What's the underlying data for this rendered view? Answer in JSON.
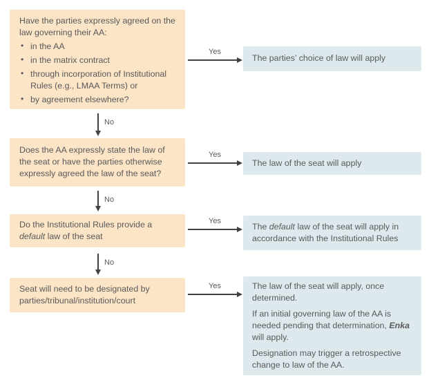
{
  "labels": {
    "yes": "Yes",
    "no": "No"
  },
  "glyphs": {
    "bullet": "•"
  },
  "colors": {
    "question_bg": "#fce4c6",
    "answer_bg": "#dee9ed",
    "text": "#58595b",
    "arrow": "#414042",
    "background": "#ffffff"
  },
  "rows": [
    {
      "question": {
        "intro": "Have the parties expressly agreed on the law governing their AA:",
        "bullets": [
          "in the AA",
          "in the matrix contract",
          "through incorporation of Institutional Rules (e.g., LMAA Terms) or",
          "by agreement elsewhere?"
        ]
      },
      "answer": {
        "text": "The parties’ choice of law will apply"
      }
    },
    {
      "question": {
        "text": "Does the AA expressly state the law of the seat or have the parties otherwise expressly agreed the law of the seat?"
      },
      "answer": {
        "text": "The law of the seat will apply"
      }
    },
    {
      "question": {
        "pre": "Do the Institutional Rules provide a ",
        "italic": "default",
        "post": " law of the seat"
      },
      "answer": {
        "pre": "The ",
        "italic": "default",
        "post": " law of the seat will apply in accordance with the Institutional Rules"
      }
    },
    {
      "question": {
        "text": "Seat will need to be designated by parties/tribunal/institution/court"
      },
      "answer": {
        "para1": "The law of the seat will apply, once determined.",
        "para2_pre": "If an initial governing law of the AA is needed pending that determination, ",
        "para2_emphasis": "Enka",
        "para2_post": " will apply.",
        "para3": "Designation may trigger a retrospective change to law of the AA."
      }
    }
  ]
}
